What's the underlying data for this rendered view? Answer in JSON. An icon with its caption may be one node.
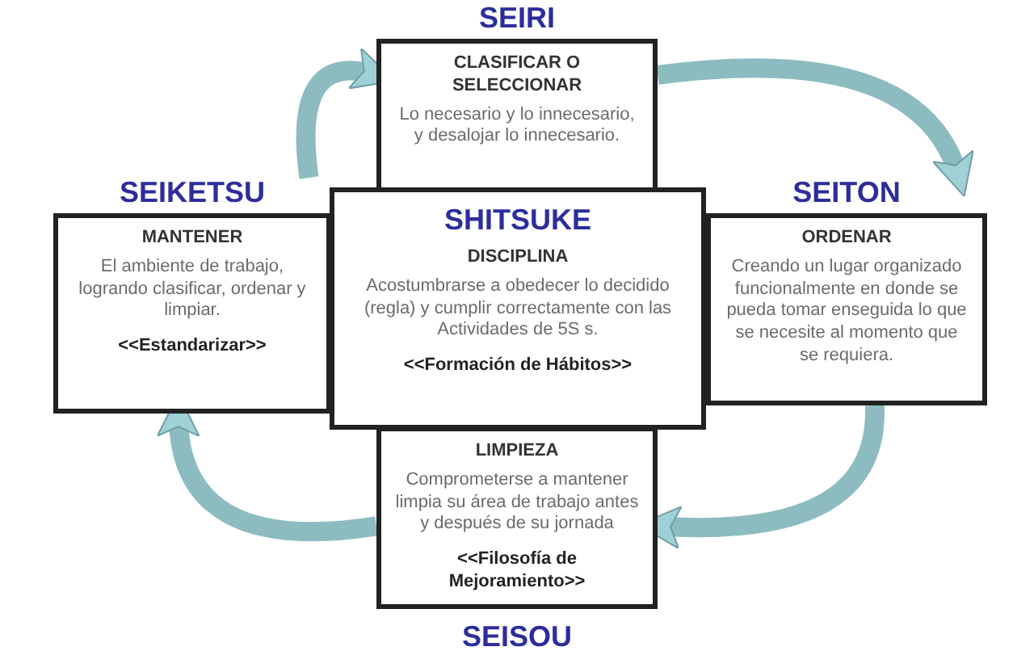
{
  "diagram": {
    "nodes": [
      {
        "text": [
          "SEIRI",
          "CLASIFICAR O SELECCIONAR",
          "Lo necesario y lo innecesario, y desalojar lo innecesario."
        ]
      },
      {
        "text": [
          "SEIKETSU",
          "MANTENER",
          "El ambiente de trabajo, logrando clasificar, ordenar y limpiar.",
          "<<Estandarizar>>"
        ]
      },
      {
        "text": [
          "SHITSUKE",
          "DISCIPLINA",
          "Acostumbrarse a obedecer lo decidido (regla) y cumplir correctamente con las Actividades de 5S s.",
          "<<Formación de Hábitos>>"
        ]
      },
      {
        "text": [
          "SEITON",
          "ORDENAR",
          "Creando un lugar organizado funcionalmente en donde se pueda tomar enseguida lo que se necesite al momento que se requiera."
        ]
      },
      {
        "text": [
          "LIMPIEZA",
          "Comprometerse a mantener limpia su área de trabajo antes y después de su jornada",
          "<<Filosofía de Mejoramiento>>",
          "SEISOU"
        ]
      }
    ],
    "edges": [
      {
        "from": 1,
        "to": 0,
        "arrow": "to"
      },
      {
        "from": 0,
        "to": 3,
        "arrow": "to"
      },
      {
        "from": 3,
        "to": 4,
        "arrow": "to"
      },
      {
        "from": 4,
        "to": 1,
        "arrow": "to"
      }
    ]
  }
}
